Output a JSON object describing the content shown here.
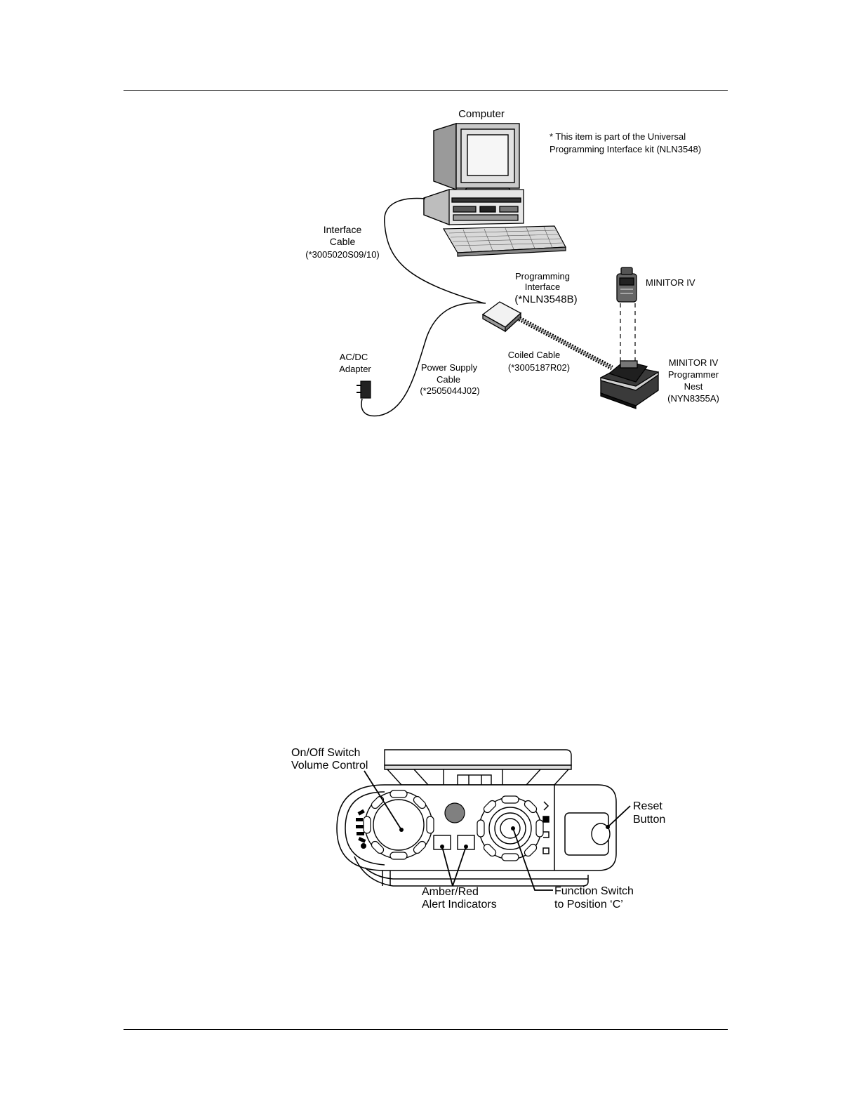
{
  "figure1": {
    "computer": "Computer",
    "footnote": [
      "* This item is part of the Universal",
      "Programming Interface kit (NLN3548)"
    ],
    "interface_cable": [
      "Interface",
      "Cable",
      "(*3005020S09/10)"
    ],
    "programming_interface": [
      "Programming",
      "Interface",
      "(*NLN3548B)"
    ],
    "minitor": "MINITOR IV",
    "adapter": [
      "AC/DC",
      "Adapter"
    ],
    "power_cable": [
      "Power Supply",
      "Cable",
      "(*2505044J02)"
    ],
    "coiled_cable": [
      "Coiled Cable",
      "(*3005187R02)"
    ],
    "nest": [
      "MINITOR IV",
      "Programmer",
      "Nest",
      "(NYN8355A)"
    ]
  },
  "figure2": {
    "onoff": [
      "On/Off Switch",
      "Volume Control"
    ],
    "reset": [
      "Reset",
      "Button"
    ],
    "alert": [
      "Amber/Red",
      "Alert Indicators"
    ],
    "function_switch": [
      "Function Switch",
      "to Position ‘C’"
    ]
  }
}
